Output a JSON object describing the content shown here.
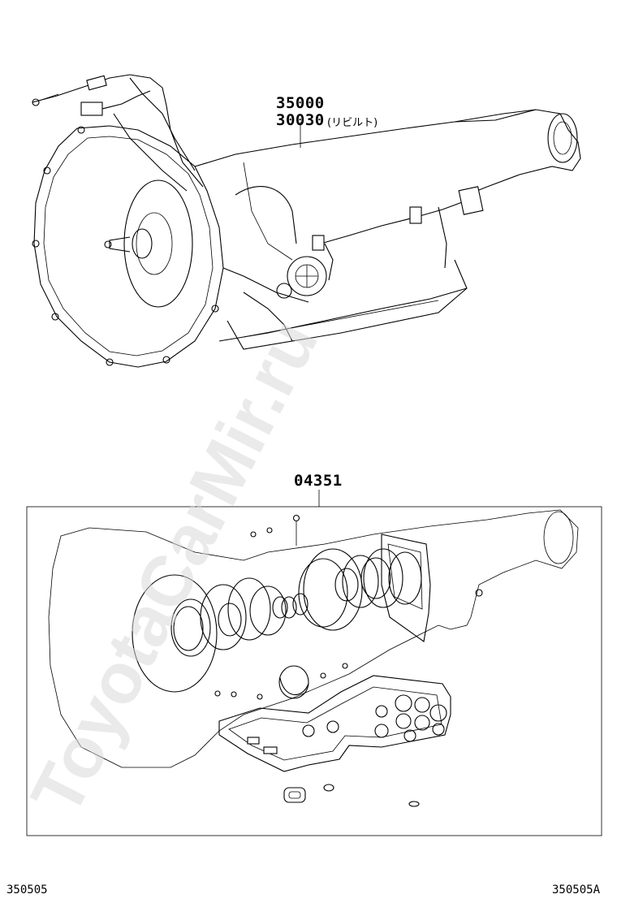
{
  "callouts": {
    "transmission_part": "35000",
    "rebuilt_part": "30030",
    "rebuilt_note": "(リビルト)",
    "gasket_kit_part": "04351"
  },
  "footer": {
    "left_code": "350505",
    "right_code": "350505A"
  },
  "watermark": {
    "text": "ToyotaCarMir.ru",
    "color": "#d9d9d9"
  }
}
